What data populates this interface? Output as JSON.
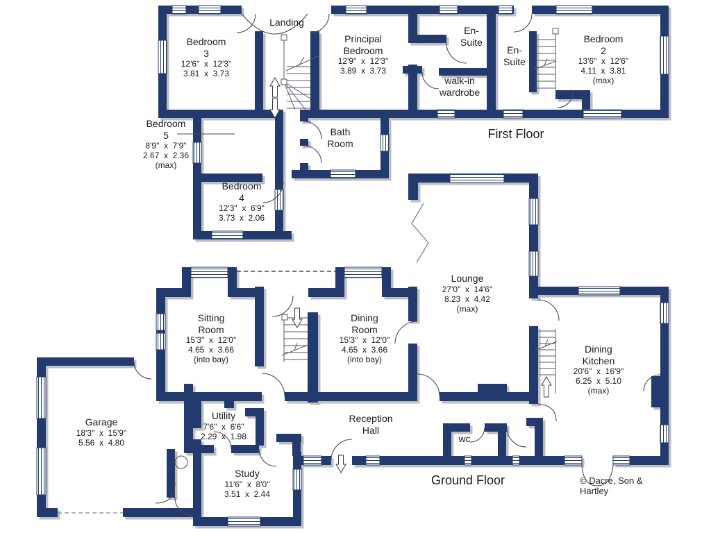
{
  "plan": {
    "wall_color": "#233a6e",
    "first_floor": {
      "title": "First Floor",
      "rooms": {
        "bedroom3": {
          "n1": "Bedroom",
          "n2": "3",
          "imp": "12'6\"  x  12'3\"",
          "met": "3.81  x  3.73"
        },
        "landing": {
          "n1": "Landing"
        },
        "principal": {
          "n1": "Principal",
          "n2": "Bedroom",
          "imp": "12'9\"  x  12'3\"",
          "met": "3.89  x  3.73"
        },
        "ensuite1": {
          "n1": "En-",
          "n2": "Suite"
        },
        "wardrobe": {
          "n1": "walk-in",
          "n2": "wardrobe"
        },
        "ensuite2": {
          "n1": "En-",
          "n2": "Suite"
        },
        "bedroom2": {
          "n1": "Bedroom",
          "n2": "2",
          "imp": "13'6\"  x  12'6\"",
          "met": "4.11  x  3.81",
          "note": "(max)"
        },
        "bedroom5": {
          "n1": "Bedroom",
          "n2": "5",
          "imp": "8'9\"  x  7'9\"",
          "met": "2.67  x  2.36",
          "note": "(max)"
        },
        "bathroom": {
          "n1": "Bath",
          "n2": "Room"
        },
        "bedroom4": {
          "n1": "Bedroom",
          "n2": "4",
          "imp": "12'3\"  x  6'9\"",
          "met": "3.73  x  2.06"
        }
      }
    },
    "ground_floor": {
      "title": "Ground Floor",
      "rooms": {
        "lounge": {
          "n1": "Lounge",
          "imp": "27'0\"  x  14'6\"",
          "met": "8.23  x  4.42",
          "note": "(max)"
        },
        "sitting": {
          "n1": "Sitting",
          "n2": "Room",
          "imp": "15'3\"  x  12'0\"",
          "met": "4.65  x  3.66",
          "note": "(into bay)"
        },
        "dining": {
          "n1": "Dining",
          "n2": "Room",
          "imp": "15'3\"  x  12'0\"",
          "met": "4.65  x  3.66",
          "note": "(into bay)"
        },
        "kitchen": {
          "n1": "Dining",
          "n2": "Kitchen",
          "imp": "20'6\"  x  16'9\"",
          "met": "6.25  x  5.10",
          "note": "(max)"
        },
        "garage": {
          "n1": "Garage",
          "imp": "18'3\"  x  15'9\"",
          "met": "5.56  x  4.80"
        },
        "utility": {
          "n1": "Utility",
          "imp": "7'6\"  x  6'6\"",
          "met": "2.29  x  1.98"
        },
        "reception": {
          "n1": "Reception",
          "n2": "Hall"
        },
        "wc": {
          "n1": "wc"
        },
        "study": {
          "n1": "Study",
          "imp": "11'6\"  x  8'0\"",
          "met": "3.51  x  2.44"
        }
      }
    },
    "copyright": "© Dacre, Son & Hartley"
  }
}
